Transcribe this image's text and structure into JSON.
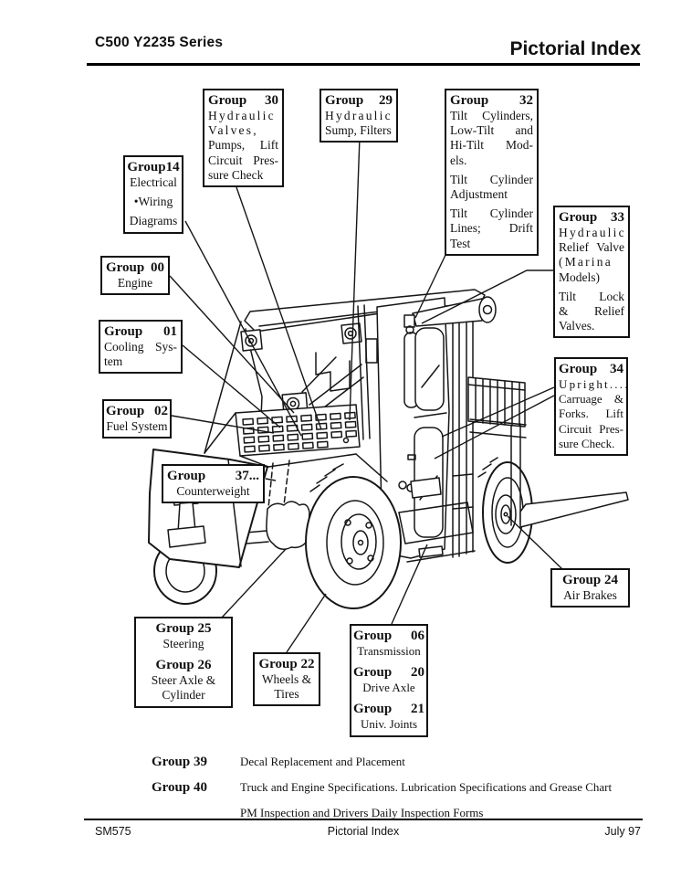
{
  "header": {
    "left": "C500 Y2235 Series",
    "right": "Pictorial Index"
  },
  "page_colors": {
    "background": "#ffffff",
    "ink": "#111111"
  },
  "callouts": [
    {
      "id": "g30",
      "sections": [
        {
          "title": "Group 30",
          "paragraphs": [
            [
              "Hydraulic",
              "Valves,",
              "Pumps, Lift",
              "Circuit Pres-",
              "sure Check"
            ]
          ]
        }
      ]
    },
    {
      "id": "g29",
      "sections": [
        {
          "title": "Group 29",
          "paragraphs": [
            [
              "Hydraulic",
              "Sump, Filters"
            ]
          ]
        }
      ]
    },
    {
      "id": "g32",
      "sections": [
        {
          "title": "Group 32",
          "paragraphs": [
            [
              "Tilt Cylinders,",
              "Low-Tilt and",
              "Hi-Tilt Mod-",
              "els."
            ],
            [
              "Tilt Cylinder",
              "Adjustment"
            ],
            [
              "Tilt Cylinder",
              "Lines; Drift",
              "Test"
            ]
          ]
        }
      ]
    },
    {
      "id": "g14",
      "sections": [
        {
          "title": "Group14",
          "paragraphs": [
            [
              "Electrical"
            ],
            [
              "•Wiring"
            ],
            [
              "Diagrams"
            ]
          ]
        }
      ]
    },
    {
      "id": "g33",
      "sections": [
        {
          "title": "Group 33",
          "paragraphs": [
            [
              "Hydraulic",
              "Relief Valve",
              "(Marina",
              "Models)"
            ],
            [
              "Tilt Lock",
              "& Relief",
              "Valves."
            ]
          ]
        }
      ]
    },
    {
      "id": "g00",
      "sections": [
        {
          "title": "Group 00",
          "paragraphs": [
            [
              "Engine"
            ]
          ]
        }
      ]
    },
    {
      "id": "g01",
      "sections": [
        {
          "title": "Group 01",
          "paragraphs": [
            [
              "Cooling Sys-",
              "tem"
            ]
          ]
        }
      ]
    },
    {
      "id": "g02",
      "sections": [
        {
          "title": "Group 02",
          "paragraphs": [
            [
              "Fuel System"
            ]
          ]
        }
      ]
    },
    {
      "id": "g34",
      "sections": [
        {
          "title": "Group 34",
          "paragraphs": [
            [
              "Upright....",
              "Carruage &",
              "Forks. Lift",
              "Circuit Pres-",
              "sure Check."
            ]
          ]
        }
      ]
    },
    {
      "id": "g37",
      "sections": [
        {
          "title": "Group 37...",
          "paragraphs": [
            [
              "Counterweight"
            ]
          ]
        }
      ]
    },
    {
      "id": "g24",
      "sections": [
        {
          "title": "Group 24",
          "paragraphs": [
            [
              "Air Brakes"
            ]
          ]
        }
      ]
    },
    {
      "id": "g2526",
      "sections": [
        {
          "title": "Group 25",
          "paragraphs": [
            [
              "Steering"
            ]
          ]
        },
        {
          "title": "Group 26",
          "paragraphs": [
            [
              "Steer Axle &",
              "Cylinder"
            ]
          ]
        }
      ]
    },
    {
      "id": "g22",
      "sections": [
        {
          "title": "Group 22",
          "paragraphs": [
            [
              "Wheels &",
              "Tires"
            ]
          ]
        }
      ]
    },
    {
      "id": "g062021",
      "sections": [
        {
          "title": "Group 06",
          "paragraphs": [
            [
              "Transmission"
            ]
          ]
        },
        {
          "title": "Group 20",
          "paragraphs": [
            [
              "Drive Axle"
            ]
          ]
        },
        {
          "title": "Group 21",
          "paragraphs": [
            [
              "Univ. Joints"
            ]
          ]
        }
      ]
    }
  ],
  "bottom_list": [
    {
      "group": "Group 39",
      "lines": [
        "Decal Replacement and Placement"
      ]
    },
    {
      "group": "Group 40",
      "lines": [
        "Truck and Engine Specifications. Lubrication Specifications and Grease Chart",
        "PM Inspection and Drivers Daily Inspection Forms"
      ]
    }
  ],
  "footer": {
    "left": "SM575",
    "center": "Pictorial Index",
    "right": "July 97"
  }
}
